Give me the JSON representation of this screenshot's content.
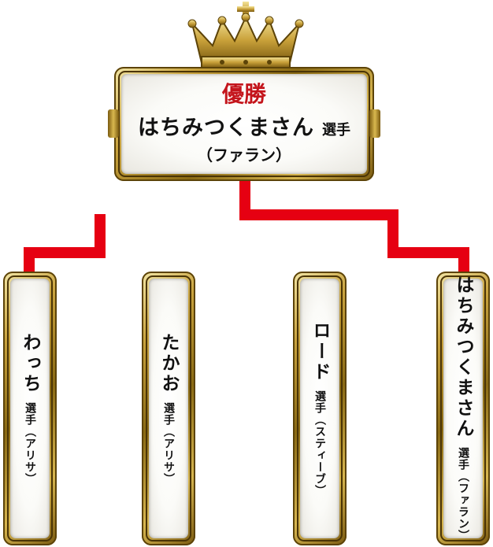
{
  "winner": {
    "title": "優勝",
    "name": "はちみつくまさん",
    "suffix": "選手",
    "character": "（ファラン）"
  },
  "players": [
    {
      "name": "わっち",
      "suffix": "選手",
      "character": "（アリサ）"
    },
    {
      "name": "たかお",
      "suffix": "選手",
      "character": "（アリサ）"
    },
    {
      "name": "ロード",
      "suffix": "選手",
      "character": "（スティーブ）"
    },
    {
      "name": "はちみつくまさん",
      "suffix": "選手",
      "character": "（ファラン）"
    }
  ],
  "colors": {
    "bracket_line": "#e60012",
    "winner_title": "#c4151c",
    "gold": "#c9a33e"
  },
  "icons": [
    "crown-icon"
  ]
}
